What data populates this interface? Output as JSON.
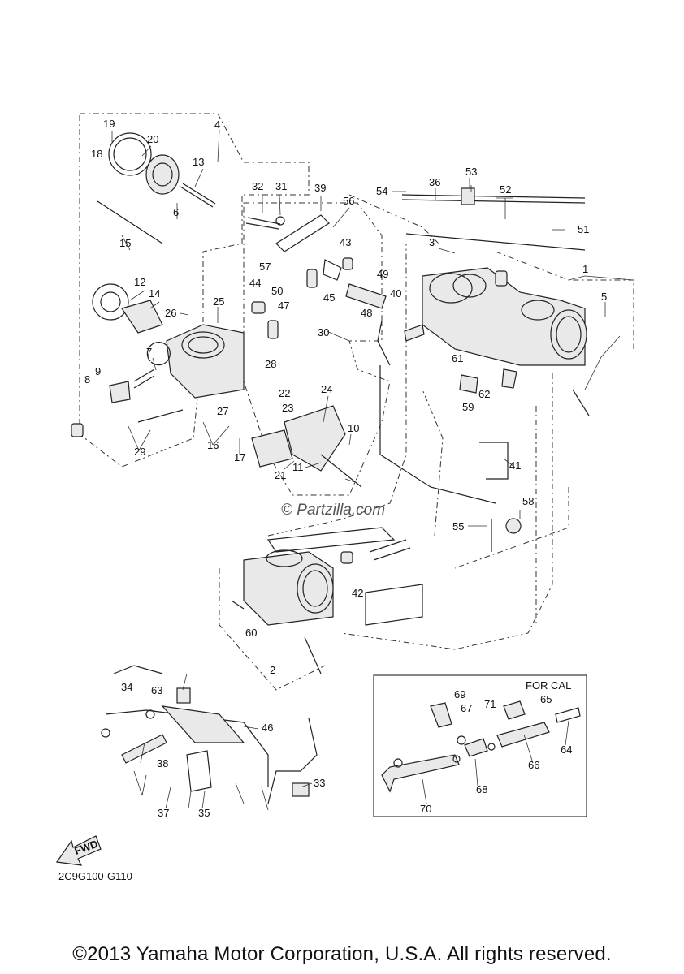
{
  "diagram": {
    "part_numbers": [
      "1",
      "2",
      "3",
      "4",
      "5",
      "6",
      "7",
      "8",
      "9",
      "10",
      "11",
      "12",
      "13",
      "14",
      "15",
      "16",
      "17",
      "18",
      "19",
      "20",
      "21",
      "22",
      "23",
      "24",
      "25",
      "26",
      "27",
      "28",
      "29",
      "30",
      "31",
      "32",
      "33",
      "34",
      "35",
      "36",
      "37",
      "38",
      "39",
      "40",
      "41",
      "42",
      "43",
      "44",
      "45",
      "46",
      "47",
      "48",
      "49",
      "50",
      "51",
      "52",
      "53",
      "54",
      "55",
      "56",
      "57",
      "58",
      "59",
      "60",
      "61",
      "62",
      "63",
      "64",
      "65",
      "66",
      "67",
      "68",
      "69",
      "70",
      "71"
    ],
    "inset_title": "FOR CAL",
    "fwd_label": "FWD",
    "watermark": "© Partzilla.com",
    "drawing_code": "2C9G100-G110"
  },
  "footer": {
    "copyright": "©2013 Yamaha Motor Corporation, U.S.A. All rights reserved."
  }
}
